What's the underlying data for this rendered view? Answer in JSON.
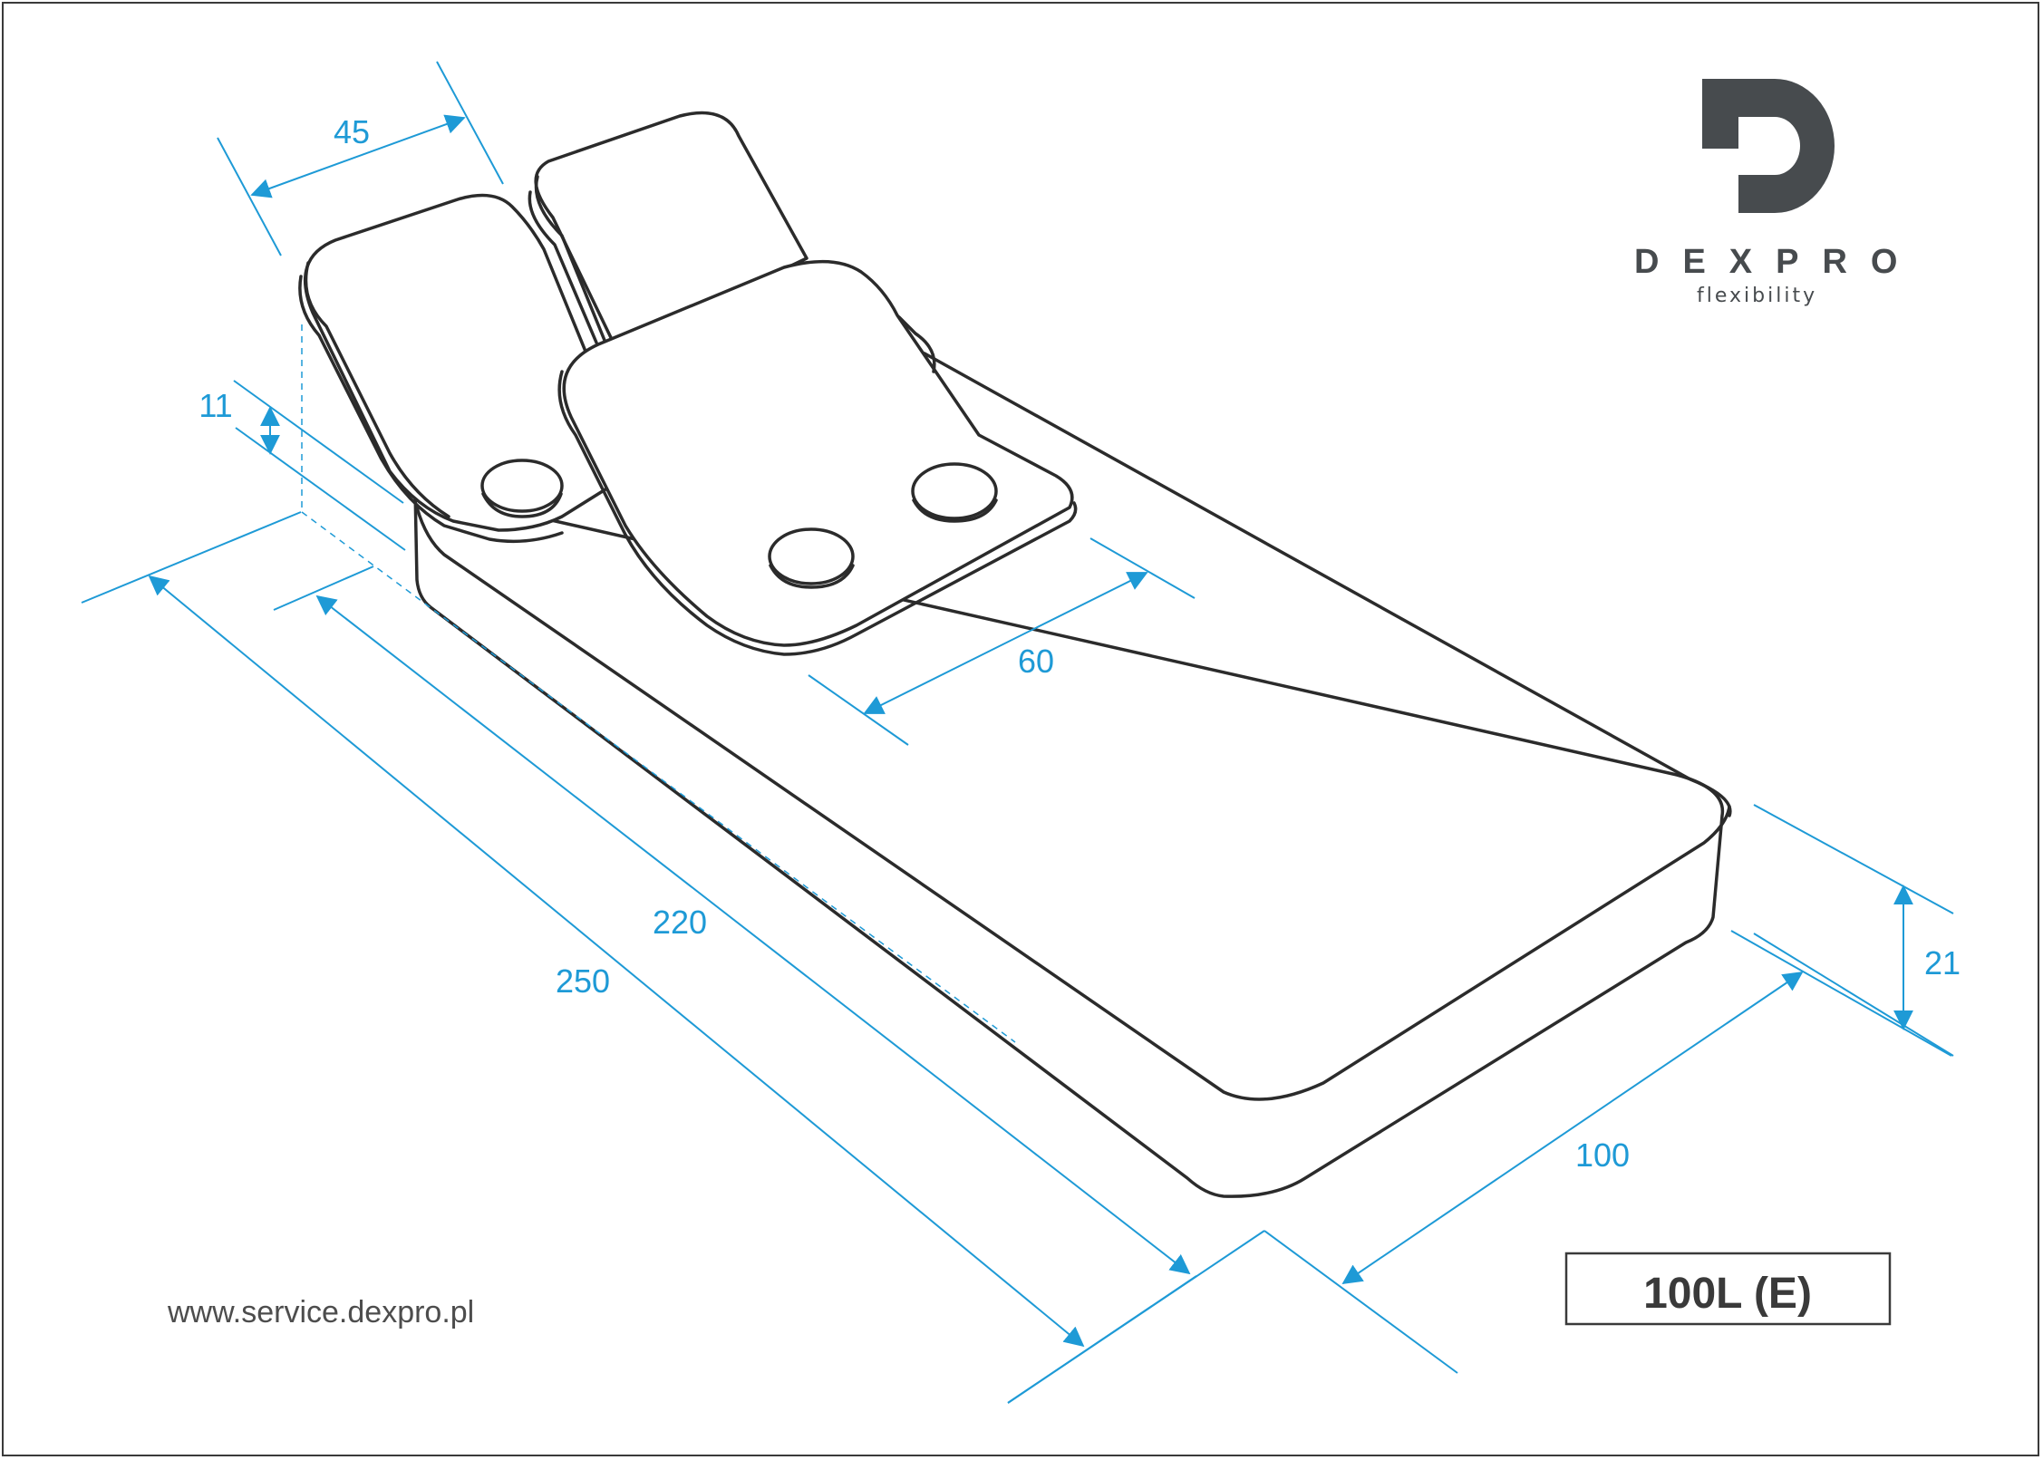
{
  "brand": {
    "name": "DEXPRO",
    "tagline": "flexibility",
    "logo_color": "#474b4e"
  },
  "dimension_color": "#1e9ad6",
  "dimensions": {
    "flap_width": "45",
    "flap_thickness": "11",
    "pad_width": "60",
    "inner_length": "220",
    "total_length": "250",
    "base_width": "100",
    "base_height": "21"
  },
  "footer": {
    "url": "www.service.dexpro.pl"
  },
  "model_label": "100L (E)"
}
